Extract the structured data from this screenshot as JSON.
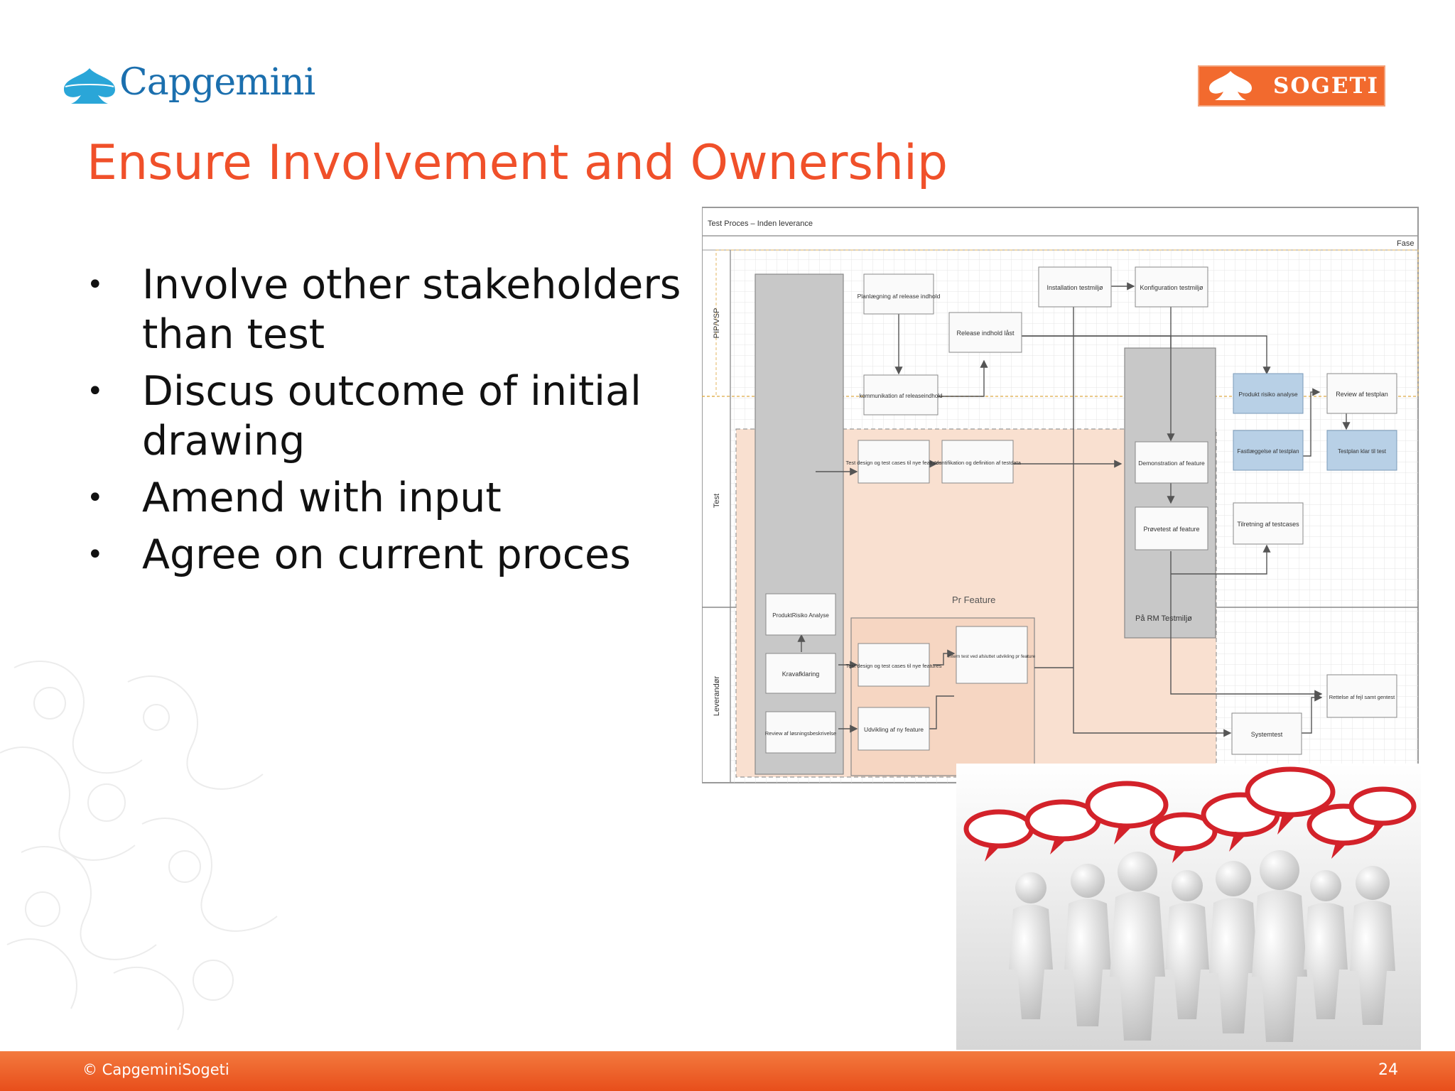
{
  "slide": {
    "title": "Ensure Involvement and Ownership",
    "bullets": [
      {
        "text": "Involve other stakeholders than test"
      },
      {
        "text": "Discus outcome of initial drawing"
      },
      {
        "text": "Amend with input"
      },
      {
        "text": "Agree on current proces"
      }
    ],
    "bullet_glyph": "•"
  },
  "logos": {
    "capgemini": {
      "text": "Capgemini",
      "icon": "spade-icon",
      "color": "#1b6fae"
    },
    "sogeti": {
      "text": "SOGETI",
      "icon": "spade-icon",
      "color": "#f26a2e"
    }
  },
  "diagram": {
    "header": "Test Proces – Inden leverance",
    "phase_label": "Fase",
    "lanes": [
      "PIP/VSP",
      "Test",
      "Leverandør"
    ],
    "sub_areas": [
      "Pr Feature",
      "På RM Testmiljø"
    ],
    "boxes": {
      "planlaegning": "Planlægning af release indhold",
      "kommunikation": "kommunikation af releaseindhold",
      "release_laast": "Release indhold låst",
      "installation": "Installation testmiljø",
      "konfiguration": "Konfiguration testmiljø",
      "produkt_risiko_analyse": "Produkt risiko analyse",
      "review_testplan": "Review af testplan",
      "fastlaeggelse": "Fastlæggelse af testplan",
      "testplan_klar": "Testplan klar til test",
      "test_design_1": "Test design og test cases til nye features",
      "identifikation": "Identifikation og definition af testdata",
      "demonstration": "Demonstration af feature",
      "proevetest": "Prøvetest af feature",
      "tilretning": "Tilretning af testcases",
      "produktrisiko_lev": "ProduktRisiko Analyse",
      "kravafklaring": "Kravafklaring",
      "review_loesning": "Review af løsningsbeskrivelse",
      "test_design_2": "Test design og test cases til nye features",
      "udvikling": "Udvikling af ny feature",
      "intern_test": "Intern test ved afsluttet udvikling pr feature",
      "systemtest": "Systemtest",
      "rettelse": "Rettelse af fejl samt gentest"
    },
    "colors": {
      "blue_box": "#b8d0e6",
      "feature_area": "#f9e0d0",
      "grey_column": "#c8c8c8",
      "grid": "#e2e2e2"
    }
  },
  "picture": {
    "description_icon": "speech-bubbles-people-icon"
  },
  "footer": {
    "copyright": "© CapgeminiSogeti",
    "page_number": "24"
  },
  "colors": {
    "title": "#f0502a",
    "footer_bar": "#e84e1b",
    "bullet_text": "#111111"
  }
}
